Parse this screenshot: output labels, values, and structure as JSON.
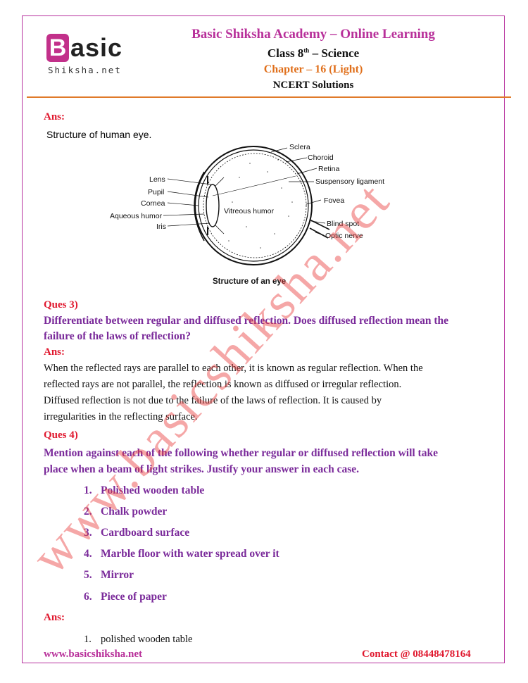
{
  "header": {
    "logo_letter": "B",
    "logo_rest": "asic",
    "logo_sub": "Shiksha.net",
    "title": "Basic Shiksha Academy – Online Learning",
    "class_label": "Class 8",
    "class_sup": "th",
    "class_subject": " – Science",
    "chapter": "Chapter – 16 (Light)",
    "solutions": "NCERT Solutions"
  },
  "content": {
    "ans_label_1": "Ans:",
    "figure_caption_top": "Structure of human eye.",
    "figure": {
      "labels": {
        "sclera": "Sclera",
        "choroid": "Choroid",
        "retina": "Retina",
        "suspensory": "Suspensory ligament",
        "fovea": "Fovea",
        "blind_spot": "Blind spot",
        "optic_nerve": "Optic nerve",
        "lens": "Lens",
        "pupil": "Pupil",
        "cornea": "Cornea",
        "aqueous": "Aqueous humor",
        "iris": "Iris",
        "vitreous": "Vitreous humor"
      },
      "caption": "Structure of an eye"
    },
    "q3_label": "Ques 3)",
    "q3_line1": "Differentiate between regular and diffused reflection. Does diffused reflection mean the",
    "q3_line2": "failure of the laws of reflection?",
    "ans_label_2": "Ans:",
    "a3_lines": [
      "When the reflected rays are parallel to each other, it is known as regular reflection. When the",
      "reflected rays are not parallel, the reflection is known as diffused or irregular reflection.",
      "Diffused reflection is not due to the failure of the laws of reflection. It is caused by",
      "irregularities in the reflecting surface."
    ],
    "q4_label": "Ques 4)",
    "q4_line1": "Mention against each of the following whether regular or diffused reflection will take",
    "q4_line2": "place when a beam of light strikes. Justify your answer in each case.",
    "q4_items": [
      {
        "num": "1.",
        "text": "Polished wooden table"
      },
      {
        "num": "2.",
        "text": "Chalk powder"
      },
      {
        "num": "3.",
        "text": "Cardboard surface"
      },
      {
        "num": "4.",
        "text": "Marble floor with water spread over it"
      },
      {
        "num": "5.",
        "text": "Mirror"
      },
      {
        "num": "6.",
        "text": "Piece of paper"
      }
    ],
    "ans_label_3": "Ans:",
    "a4_first": {
      "num": "1.",
      "text": "polished wooden table"
    }
  },
  "footer": {
    "website": "www.basicshiksha.net",
    "contact": "Contact @  08448478164"
  },
  "watermark": "www.basicshiksha.net",
  "colors": {
    "brand_magenta": "#b8309a",
    "accent_orange": "#e0701c",
    "answer_red": "#e0182e",
    "question_purple": "#7a2a9a"
  }
}
